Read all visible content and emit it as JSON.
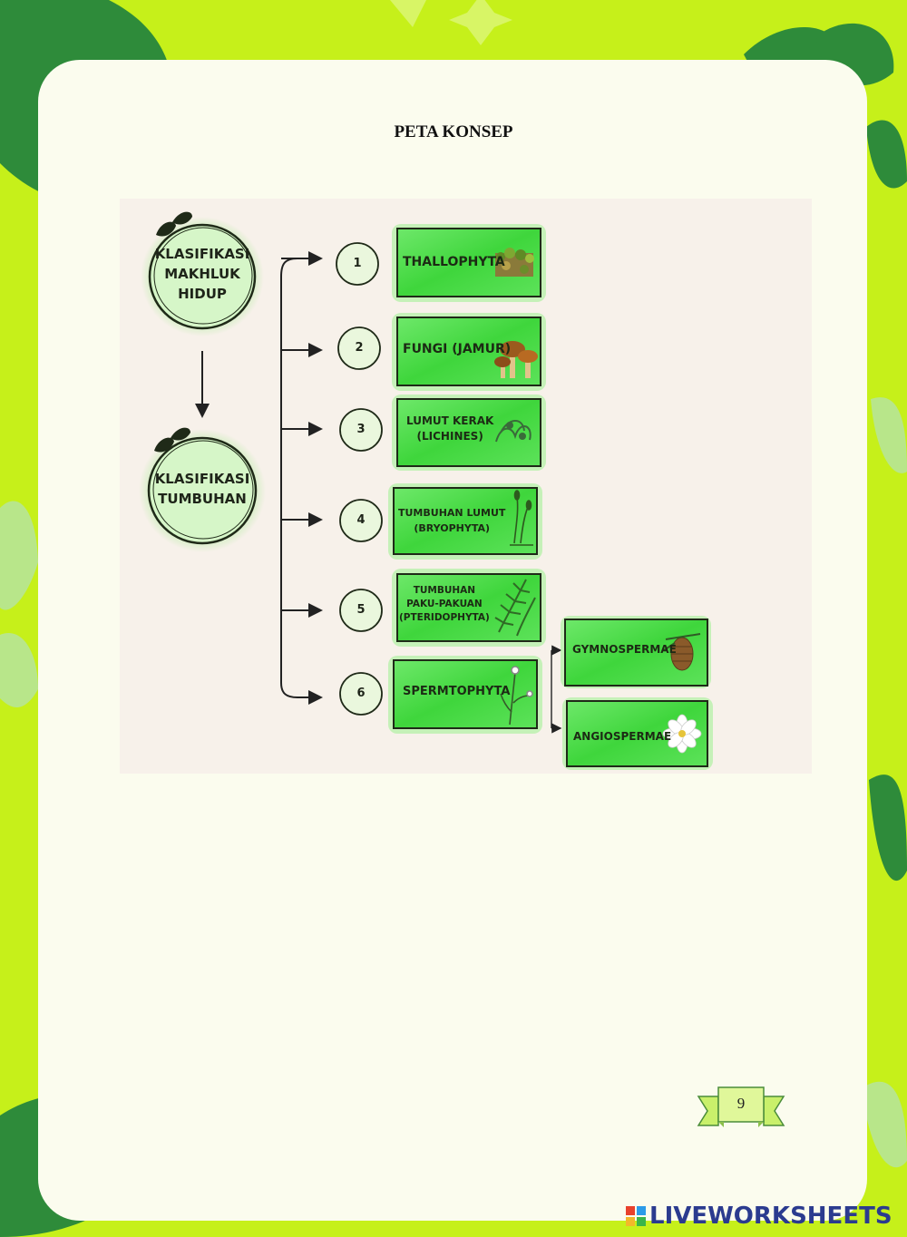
{
  "page": {
    "title": "PETA KONSEP",
    "page_number": "9",
    "brand": "LIVEWORKSHEETS"
  },
  "colors": {
    "background": "#c6f01a",
    "card": "#fbfcee",
    "leaf_dark": "#2e8b3a",
    "map_background": "#f7f1ea",
    "box_green": "#3ad63a",
    "brand_blue": "#2b3b8f"
  },
  "concept_map": {
    "top_circle": [
      "KLASIFIKASI",
      "MAKHLUK",
      "HIDUP"
    ],
    "bottom_circle": [
      "KLASIFIKASI",
      "TUMBUHAN"
    ],
    "branches": [
      {
        "number": "1",
        "label": [
          "THALLOPHYTA"
        ],
        "image": "moss-image"
      },
      {
        "number": "2",
        "label": [
          "FUNGI (JAMUR)"
        ],
        "image": "mushroom-image"
      },
      {
        "number": "3",
        "label": [
          "LUMUT KERAK",
          "(LICHINES)"
        ],
        "image": "lichen-image"
      },
      {
        "number": "4",
        "label": [
          "TUMBUHAN LUMUT",
          "(BRYOPHYTA)"
        ],
        "image": "bryophyte-image"
      },
      {
        "number": "5",
        "label": [
          "TUMBUHAN",
          "PAKU-PAKUAN",
          "(PTERIDOPHYTA)"
        ],
        "image": "fern-image"
      },
      {
        "number": "6",
        "label": [
          "SPERMTOPHYTA"
        ],
        "image": "flower-plant-image"
      }
    ],
    "sub_branches": [
      {
        "label": "GYMNOSPERMAE",
        "image": "pinecone-image"
      },
      {
        "label": "ANGIOSPERMAE",
        "image": "white-flower-image"
      }
    ]
  }
}
